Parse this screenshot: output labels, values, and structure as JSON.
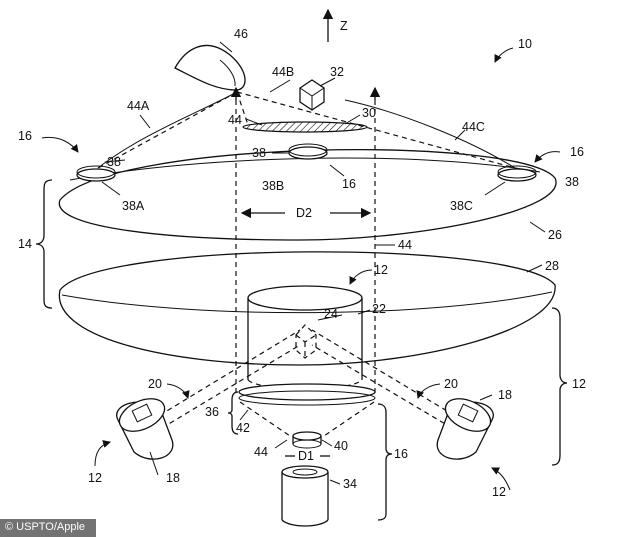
{
  "figure": {
    "labels": {
      "axis_z": "Z",
      "ref_10": "10",
      "ref_46": "46",
      "ref_32": "32",
      "ref_44b": "44B",
      "ref_44a": "44A",
      "ref_44_top": "44",
      "ref_30": "30",
      "ref_44c": "44C",
      "ref_16_left": "16",
      "ref_16_right": "16",
      "ref_38_left": "38",
      "ref_38_center": "38",
      "ref_38_right": "38",
      "ref_38b": "38B",
      "ref_16_center": "16",
      "ref_38a": "38A",
      "ref_38c": "38C",
      "ref_d2": "D2",
      "ref_26": "26",
      "ref_14": "14",
      "ref_44_mid": "44",
      "ref_28": "28",
      "ref_12_top": "12",
      "ref_24": "24",
      "ref_22": "22",
      "ref_12_right_bracket": "12",
      "ref_20_left": "20",
      "ref_20_right": "20",
      "ref_18_right": "18",
      "ref_36": "36",
      "ref_42": "42",
      "ref_40": "40",
      "ref_44_bottom": "44",
      "ref_d1": "D1",
      "ref_16_bottom": "16",
      "ref_12_left": "12",
      "ref_18_left": "18",
      "ref_34": "34",
      "ref_12_right": "12"
    }
  },
  "credit": "© USPTO/Apple"
}
